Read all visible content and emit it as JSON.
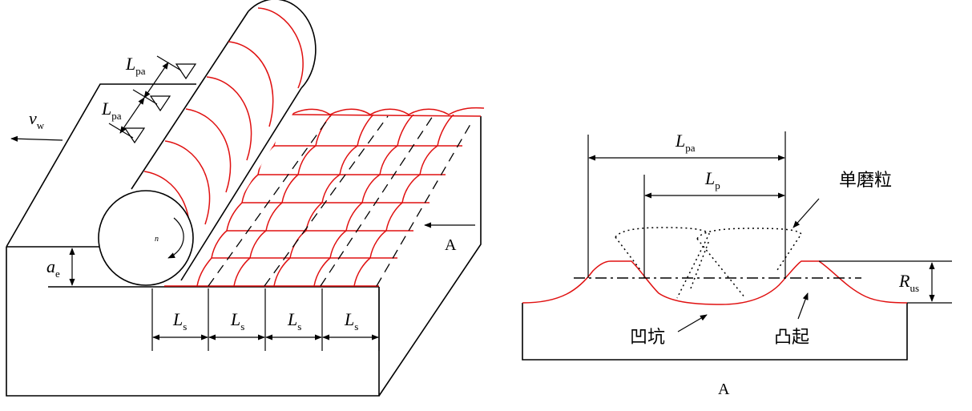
{
  "labels": {
    "lpa": "L",
    "lpa_sub": "pa",
    "lp": "L",
    "lp_sub": "p",
    "ls": "L",
    "ls_sub": "s",
    "vw": "v",
    "vw_sub": "w",
    "ae": "a",
    "ae_sub": "e",
    "n": "n",
    "view_arrow": "A",
    "view_title": "A",
    "rus": "R",
    "rus_sub": "us",
    "grain": "单磨粒",
    "pit": "凹坑",
    "bump": "凸起"
  },
  "colors": {
    "outline": "#000000",
    "trace": "#e01010"
  }
}
